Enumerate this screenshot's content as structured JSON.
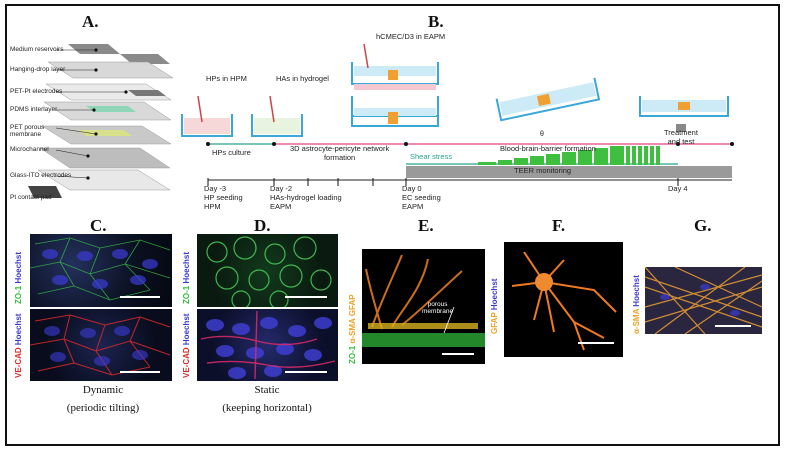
{
  "panels": {
    "a": "A.",
    "b": "B.",
    "c": "C.",
    "d": "D.",
    "e": "E.",
    "f": "F.",
    "g": "G."
  },
  "layers": [
    "Medium reservoirs",
    "Hanging-drop layer",
    "PET-Pt electrodes",
    "PDMS interlayer",
    "PET porous membrane",
    "Microchannel",
    "Glass-ITO electrodes",
    "Pt contact pad"
  ],
  "timeline": {
    "steps": [
      "HPs in HPM",
      "HAs in hydrogel",
      "hCMEC/D3 in EAPM"
    ],
    "phases": {
      "hp_culture": "HPs culture",
      "network": "3D astrocyte-pericyte network\nformation",
      "shear": "Shear stress",
      "bbb": "Blood-brain-barrier formation",
      "treatment": "Treatment\nand test",
      "teer": "TEER monitoring"
    },
    "days": [
      {
        "day": "Day -3",
        "desc": "HP seeding\nHPM"
      },
      {
        "day": "Day -2",
        "desc": "HAs-hydrogel loading\nEAPM"
      },
      {
        "day": "Day 0",
        "desc": "EC seeding\nEAPM"
      },
      {
        "day": "Day 4",
        "desc": ""
      }
    ],
    "tilt_angle": "θ"
  },
  "stains": {
    "hoechst": "Hoechst",
    "zo1": "ZO-1",
    "vecad": "VE-CAD",
    "asma": "α-SMA",
    "gfap": "GFAP"
  },
  "labels": {
    "porous_membrane": "porous\nmembrane"
  },
  "captions": {
    "c_main": "Dynamic",
    "c_sub": "(periodic tilting)",
    "d_main": "Static",
    "d_sub": "(keeping horizontal)"
  },
  "colors": {
    "hoechst": "#3b3bd6",
    "zo1": "#2fbf3a",
    "vecad": "#e02a2a",
    "asma": "#f0a020",
    "gfap": "#f0a020",
    "channel": "#3aa7d9",
    "pink": "#e8457a",
    "teal": "#27a58c",
    "green": "#3fbf3f"
  }
}
